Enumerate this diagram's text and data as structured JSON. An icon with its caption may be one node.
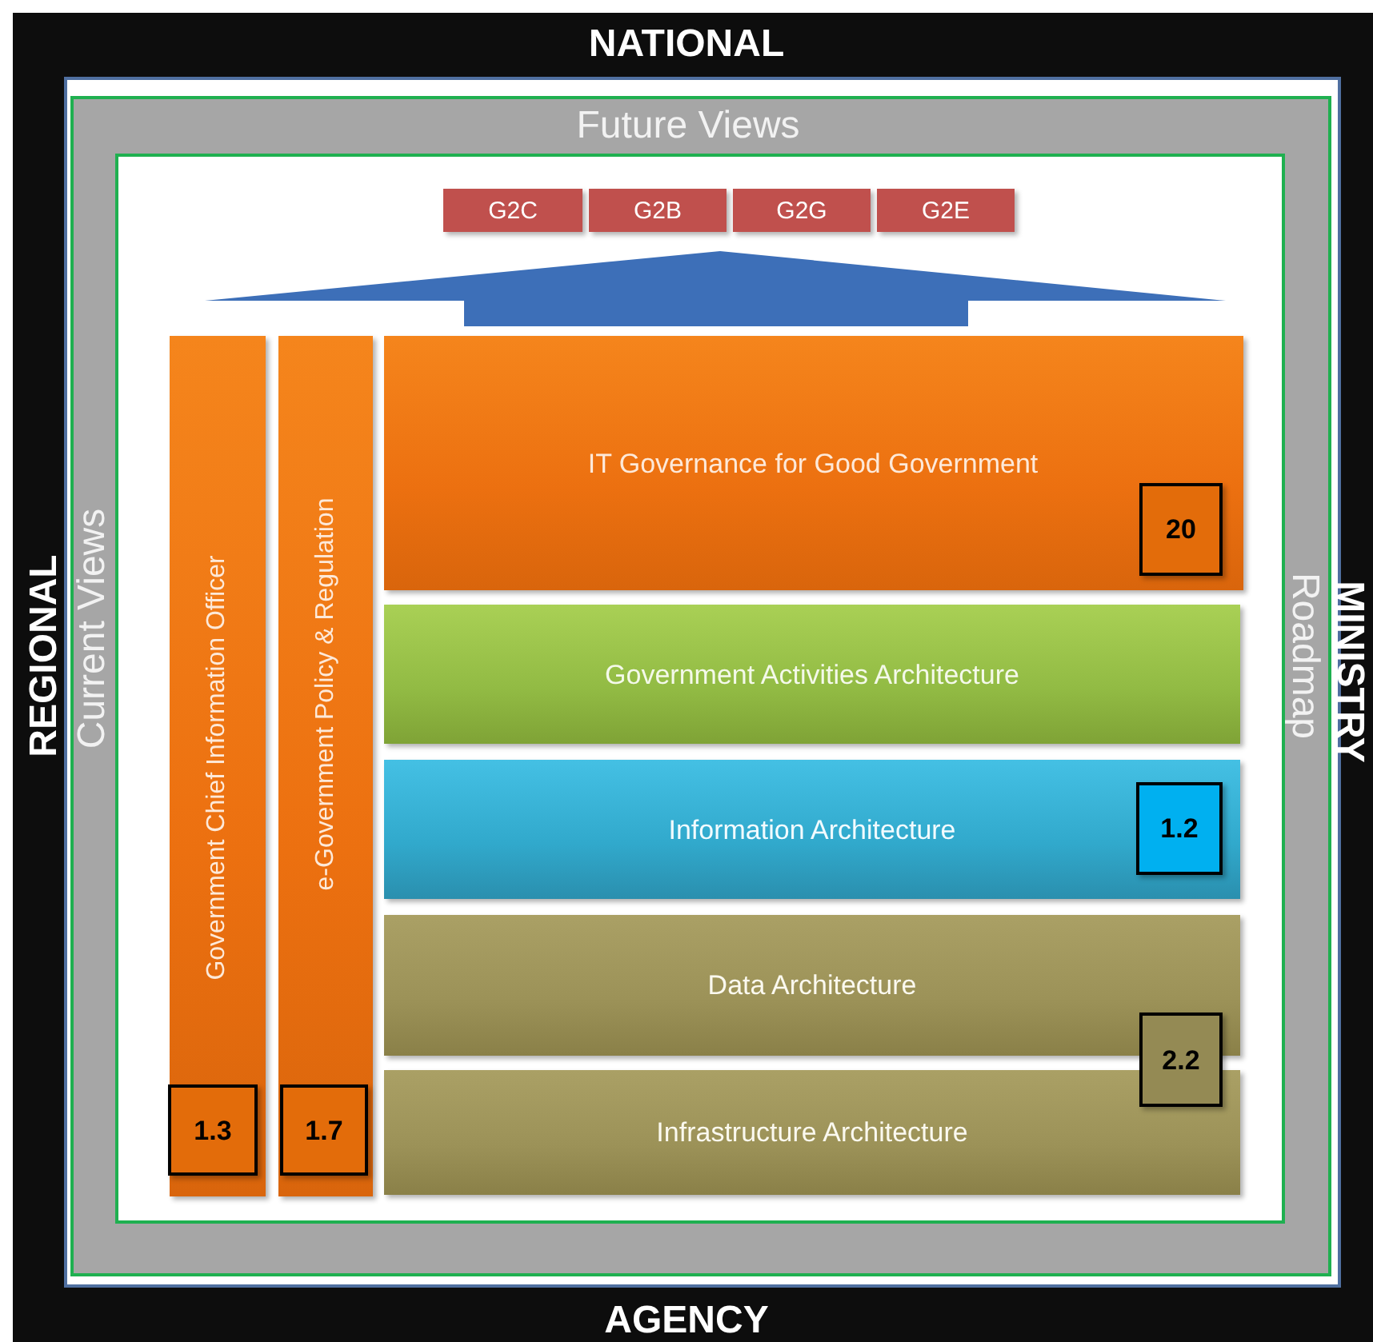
{
  "diagram": {
    "nodes": [
      {
        "text": [
          "NATIONAL",
          "REGIONAL",
          "MINISTRY",
          "AGENCY"
        ]
      },
      {
        "text": [
          "Future Views",
          "Current Views",
          "Roadmap"
        ],
        "in": 0
      },
      {
        "text": [
          "G2C"
        ],
        "in": 1
      },
      {
        "text": [
          "G2B"
        ],
        "in": 1
      },
      {
        "text": [
          "G2G"
        ],
        "in": 1
      },
      {
        "text": [
          "G2E"
        ],
        "in": 1
      },
      {
        "text": [
          "Government Chief Information Officer"
        ],
        "in": 1
      },
      {
        "text": [
          "1.3"
        ],
        "in": 6
      },
      {
        "text": [
          "e-Government Policy & Regulation"
        ],
        "in": 1
      },
      {
        "text": [
          "1.7"
        ],
        "in": 8
      },
      {
        "text": [
          "IT Governance for Good Government"
        ],
        "in": 1
      },
      {
        "text": [
          "20"
        ],
        "in": 10
      },
      {
        "text": [
          "Government Activities Architecture"
        ],
        "in": 1
      },
      {
        "text": [
          "Information Architecture"
        ],
        "in": 1
      },
      {
        "text": [
          "1.2"
        ],
        "in": 13
      },
      {
        "text": [
          "Data Architecture"
        ],
        "in": 1
      },
      {
        "text": [
          "Infrastructure Architecture"
        ],
        "in": 1
      },
      {
        "text": [
          "2.2"
        ],
        "in": 1
      }
    ]
  }
}
